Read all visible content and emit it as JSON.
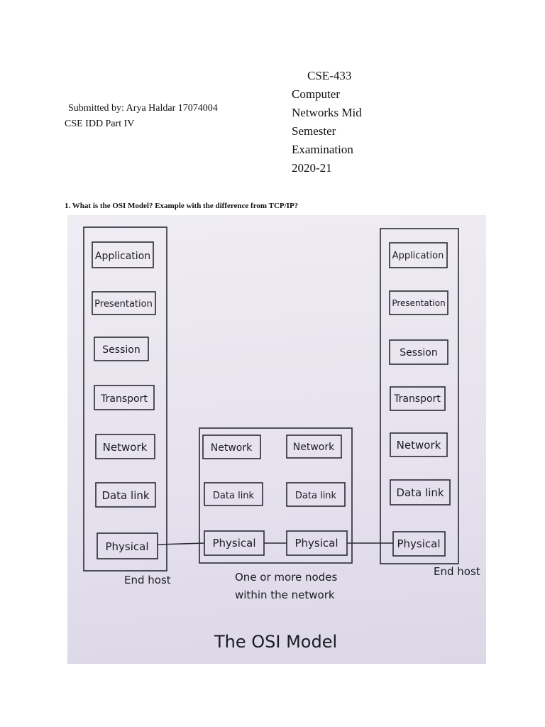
{
  "header": {
    "submitted_by": "Submitted by: Arya Haldar 17074004",
    "department": "CSE IDD Part IV",
    "exam_title_lines": [
      "CSE-433",
      "Computer",
      "Networks Mid",
      "Semester",
      "Examination",
      "2020-21"
    ]
  },
  "question": "1. What is the OSI Model? Example with the difference from TCP/IP?",
  "diagram": {
    "left_stack": [
      "Application",
      "Presentation",
      "Session",
      "Transport",
      "Network",
      "Data link",
      "Physical"
    ],
    "middle_node_left": [
      "Network",
      "Data link",
      "Physical"
    ],
    "middle_node_right": [
      "Network",
      "Data link",
      "Physical"
    ],
    "right_stack": [
      "Application",
      "Presentation",
      "Session",
      "Transport",
      "Network",
      "Data link",
      "Physical"
    ],
    "left_caption": "End host",
    "right_caption": "End host",
    "middle_caption_line1": "One or more nodes",
    "middle_caption_line2": "within the network",
    "title": "The OSI Model"
  }
}
